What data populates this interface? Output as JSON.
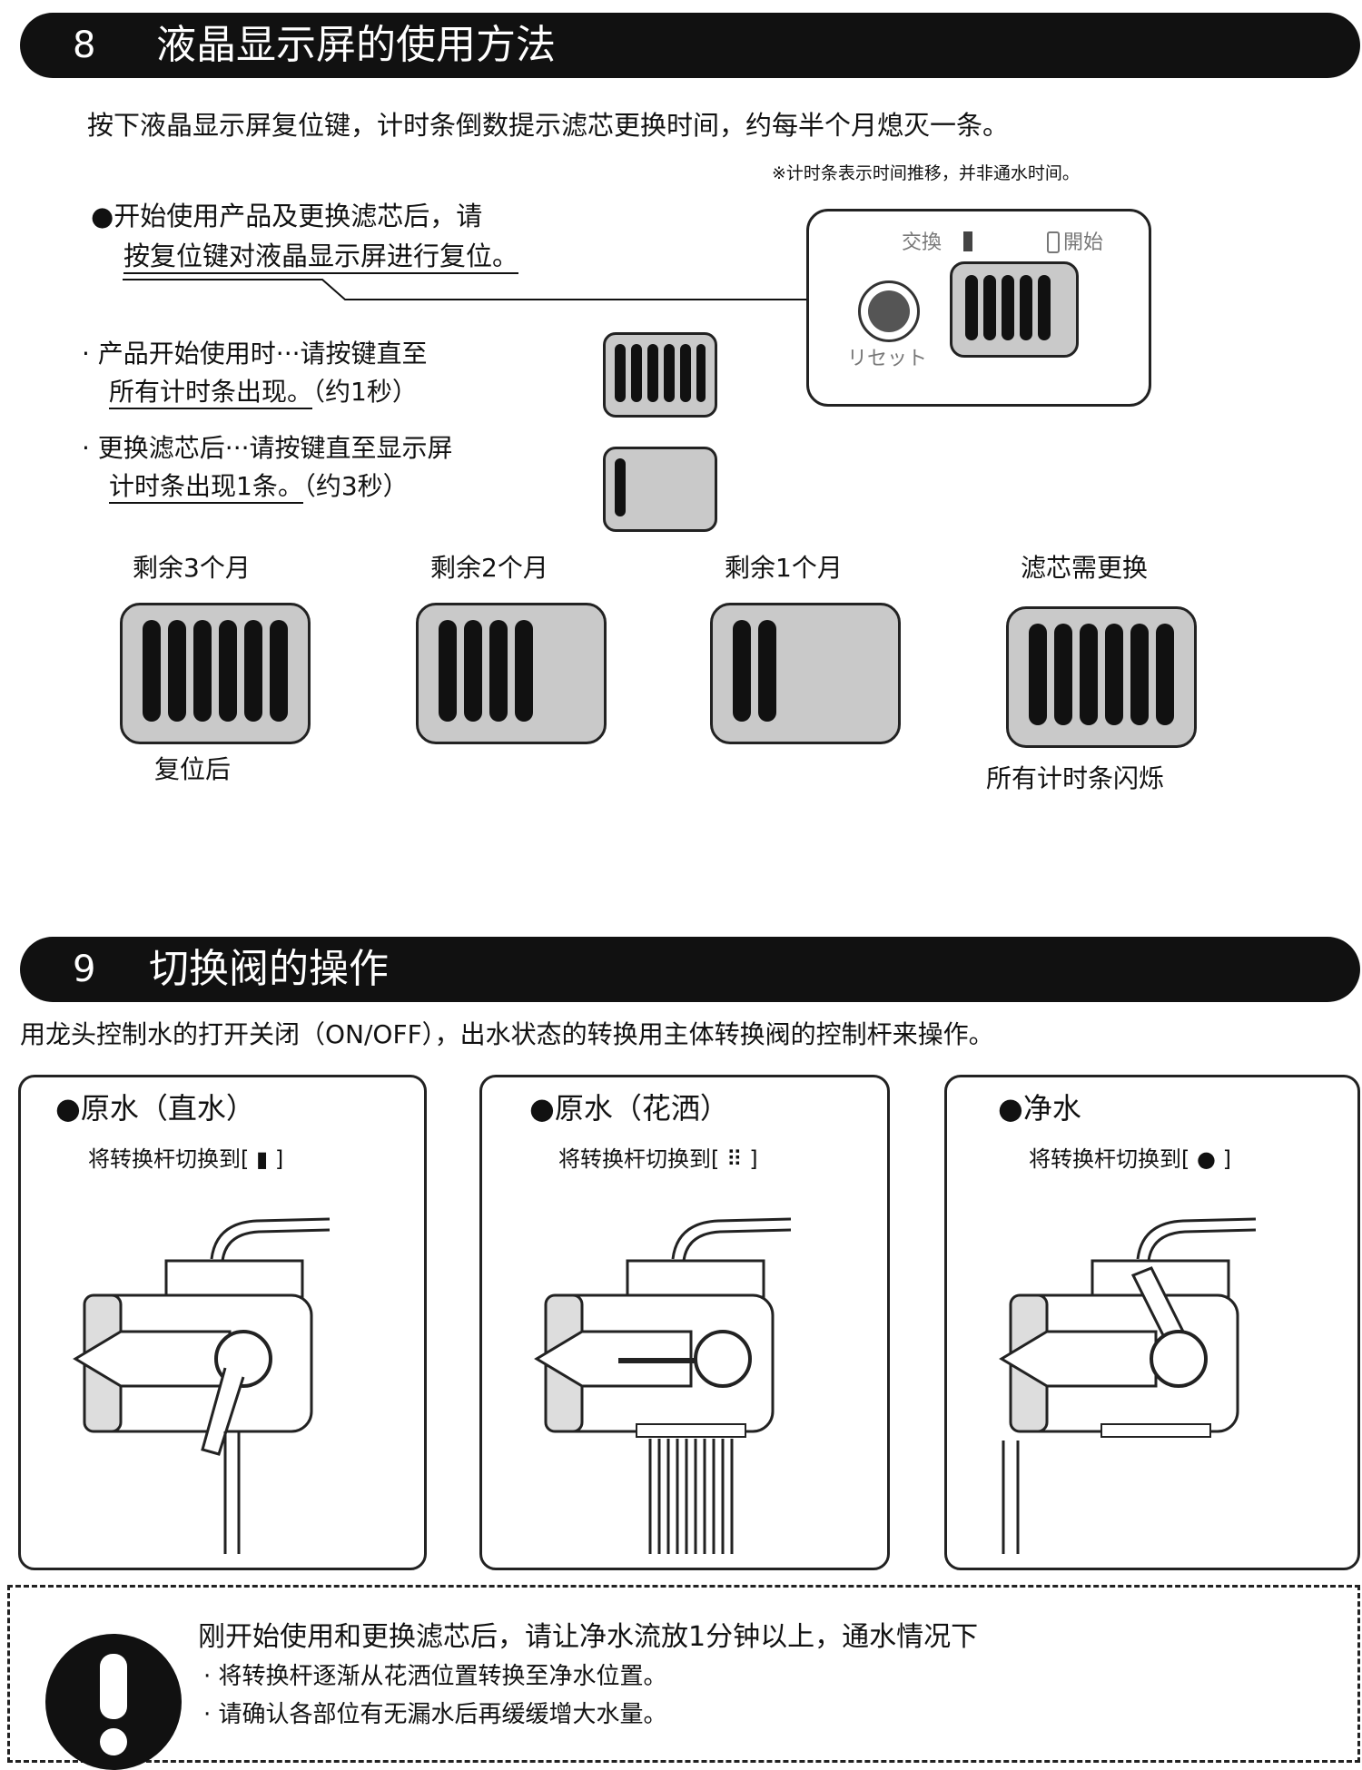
{
  "section8": {
    "number": "8",
    "title": "液晶显示屏的使用方法",
    "intro": "按下液晶显示屏复位键，计时条倒数提示滤芯更换时间，约每半个月熄灭一条。",
    "note": "※计时条表示时间推移，并非通水时间。",
    "instruction_line1": "●开始使用产品及更换滤芯后，请",
    "instruction_line2": "按复位键对液晶显示屏进行复位。",
    "device": {
      "label_exchange": "交換",
      "label_start": "開始",
      "label_reset": "リセット"
    },
    "steps": [
      {
        "line1": "· 产品开始使用时···请按键直至",
        "line2": "所有计时条出现。",
        "line2_suffix": "（约1秒）"
      },
      {
        "line1": "· 更换滤芯后···请按键直至显示屏",
        "line2": "计时条出现1条。",
        "line2_suffix": "（约3秒）"
      }
    ],
    "states": [
      {
        "title": "剩余3个月",
        "caption": "复位后",
        "bars": 6
      },
      {
        "title": "剩余2个月",
        "caption": "",
        "bars": 4
      },
      {
        "title": "剩余1个月",
        "caption": "",
        "bars": 2
      },
      {
        "title": "滤芯需更换",
        "caption": "所有计时条闪烁",
        "bars": 6
      }
    ]
  },
  "section9": {
    "number": "9",
    "title": "切换阀的操作",
    "intro": "用龙头控制水的打开关闭（ON/OFF），出水状态的转换用主体转换阀的控制杆来操作。",
    "panels": [
      {
        "title": "●原水（直水）",
        "instruction": "将转换杆切换到[",
        "symbol": "▮",
        "close": "]"
      },
      {
        "title": "●原水（花洒）",
        "instruction": "将转换杆切换到[",
        "symbol": "⠿",
        "close": "]"
      },
      {
        "title": "●净水",
        "instruction": "将转换杆切换到[",
        "symbol": "●",
        "close": "]"
      }
    ]
  },
  "warning": {
    "headline": "刚开始使用和更换滤芯后，请让净水流放1分钟以上，通水情况下",
    "bullets": [
      "· 将转换杆逐渐从花洒位置转换至净水位置。",
      "· 请确认各部位有无漏水后再缓缓增大水量。"
    ]
  }
}
